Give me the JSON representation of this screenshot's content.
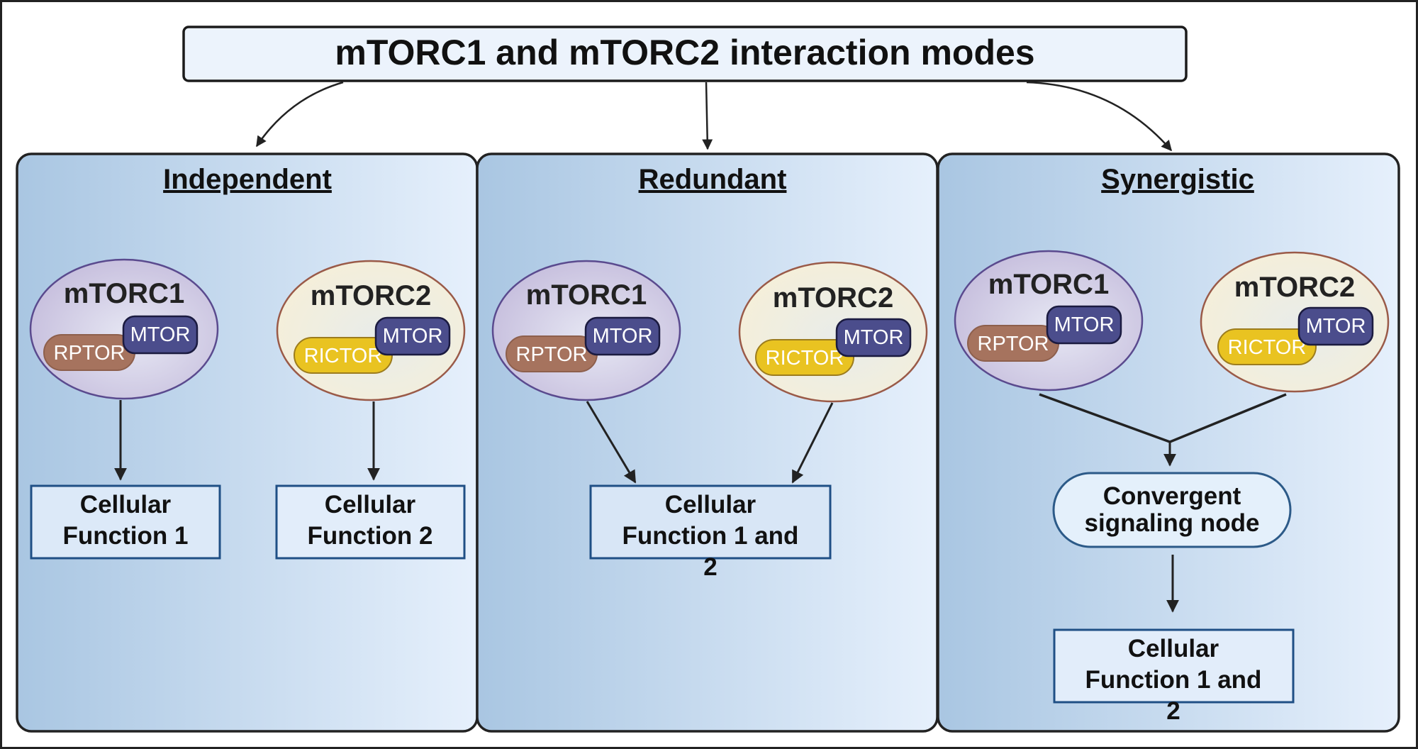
{
  "title": "mTORC1 and mTORC2 interaction modes",
  "colors": {
    "mtor": "#4b4d8c",
    "rptor": "#a6735e",
    "rictor": "#e9c321",
    "box_border": "#1f4f85",
    "panel_border": "#222222"
  },
  "panels": [
    {
      "title": "Independent",
      "complexes": [
        {
          "name": "mTORC1",
          "kinase": "MTOR",
          "partner": "RPTOR"
        },
        {
          "name": "mTORC2",
          "kinase": "MTOR",
          "partner": "RICTOR"
        }
      ],
      "outputs": [
        {
          "lines": [
            "Cellular",
            "Function 1"
          ]
        },
        {
          "lines": [
            "Cellular",
            "Function 2"
          ]
        }
      ]
    },
    {
      "title": "Redundant",
      "complexes": [
        {
          "name": "mTORC1",
          "kinase": "MTOR",
          "partner": "RPTOR"
        },
        {
          "name": "mTORC2",
          "kinase": "MTOR",
          "partner": "RICTOR"
        }
      ],
      "outputs": [
        {
          "lines": [
            "Cellular",
            "Function 1 and",
            "2"
          ]
        }
      ]
    },
    {
      "title": "Synergistic",
      "complexes": [
        {
          "name": "mTORC1",
          "kinase": "MTOR",
          "partner": "RPTOR"
        },
        {
          "name": "mTORC2",
          "kinase": "MTOR",
          "partner": "RICTOR"
        }
      ],
      "node": {
        "lines": [
          "Convergent",
          "signaling node"
        ]
      },
      "outputs": [
        {
          "lines": [
            "Cellular",
            "Function 1 and",
            "2"
          ]
        }
      ]
    }
  ]
}
